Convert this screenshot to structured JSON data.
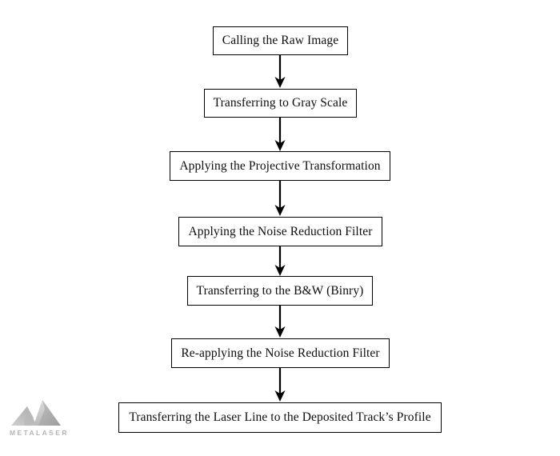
{
  "diagram": {
    "title": "Image processing pipeline flowchart",
    "orientation": "top-to-bottom",
    "background_color": "#ffffff",
    "node_border_color": "#000000",
    "node_fill_color": "#ffffff",
    "text_color": "#0d0d0d",
    "arrow_color": "#000000",
    "nodes": [
      {
        "id": "step-1",
        "label": "Calling the Raw Image"
      },
      {
        "id": "step-2",
        "label": "Transferring to Gray Scale"
      },
      {
        "id": "step-3",
        "label": "Applying the Projective Transformation"
      },
      {
        "id": "step-4",
        "label": "Applying the Noise Reduction Filter"
      },
      {
        "id": "step-5",
        "label": "Transferring to the B&W (Binry)"
      },
      {
        "id": "step-6",
        "label": "Re-applying the Noise Reduction Filter"
      },
      {
        "id": "step-7",
        "label": "Transferring the Laser Line to the Deposited Track’s Profile"
      }
    ],
    "connectors": [
      {
        "id": "arrow-1",
        "from": "step-1",
        "to": "step-2",
        "shape": "down-arrow"
      },
      {
        "id": "arrow-2",
        "from": "step-2",
        "to": "step-3",
        "shape": "down-arrow"
      },
      {
        "id": "arrow-3",
        "from": "step-3",
        "to": "step-4",
        "shape": "down-arrow"
      },
      {
        "id": "arrow-4",
        "from": "step-4",
        "to": "step-5",
        "shape": "down-arrow"
      },
      {
        "id": "arrow-5",
        "from": "step-5",
        "to": "step-6",
        "shape": "down-arrow"
      },
      {
        "id": "arrow-6",
        "from": "step-6",
        "to": "step-7",
        "shape": "down-arrow"
      }
    ]
  },
  "branding": {
    "wordmark": "METALASER",
    "mark_description": "mountain-m-logo",
    "mark_color_light": "#d2d2d2",
    "mark_color_mid": "#b4b4b4",
    "mark_color_dark": "#9a9a9a",
    "wordmark_color": "#b3b3b3"
  }
}
